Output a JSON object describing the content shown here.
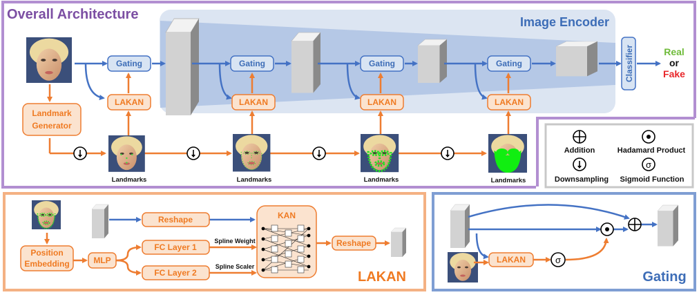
{
  "overall": {
    "title": "Overall  Architecture",
    "encoder_title": "Image Encoder",
    "gating_labels": [
      "Gating",
      "Gating",
      "Gating",
      "Gating"
    ],
    "lakan_labels": [
      "LAKAN",
      "LAKAN",
      "LAKAN",
      "LAKAN"
    ],
    "landmark_generator": [
      "Landmark",
      "Generator"
    ],
    "landmarks_labels": [
      "Landmarks",
      "Landmarks",
      "Landmarks",
      "Landmarks"
    ],
    "classifier": "Classifier",
    "output": {
      "real": "Real",
      "or": "or",
      "fake": "Fake"
    },
    "colors": {
      "real": "#6fbb3a",
      "fake": "#e8262a",
      "purple": "#7c4fa3"
    }
  },
  "legend": {
    "addition": "Addition",
    "hadamard": "Hadamard Product",
    "downsampling": "Downsampling",
    "sigmoid": "Sigmoid Function",
    "sigma_symbol": "σ"
  },
  "lakan_panel": {
    "title": "LAKAN",
    "position_embedding": [
      "Position",
      "Embedding"
    ],
    "mlp": "MLP",
    "reshape": "Reshape",
    "fc1": "FC Layer 1",
    "fc2": "FC Layer 2",
    "spline_weight": "Spline Weight",
    "spline_scaler": "Spline Scaler",
    "kan": "KAN",
    "reshape2": "Reshape"
  },
  "gating_panel": {
    "title": "Gating",
    "lakan": "LAKAN",
    "sigma_symbol": "σ"
  }
}
